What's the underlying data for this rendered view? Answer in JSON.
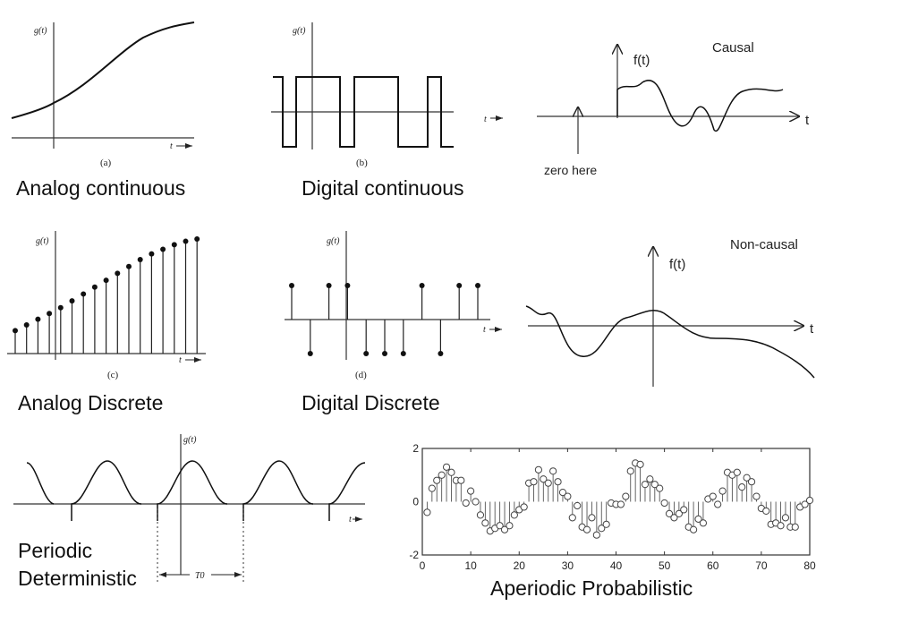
{
  "panels": {
    "analog_continuous": {
      "ylabel": "g(t)",
      "xlabel": "t",
      "sub": "(a)",
      "caption": "Analog continuous"
    },
    "digital_continuous": {
      "ylabel": "g(t)",
      "xlabel": "t",
      "sub": "(b)",
      "caption": "Digital continuous"
    },
    "causal": {
      "ylabel": "f(t)",
      "xlabel": "t",
      "title": "Causal",
      "annotation": "zero here"
    },
    "analog_discrete": {
      "ylabel": "g(t)",
      "xlabel": "t",
      "sub": "(c)",
      "caption": "Analog Discrete",
      "stems": [
        0.2,
        0.25,
        0.3,
        0.35,
        0.4,
        0.46,
        0.52,
        0.58,
        0.64,
        0.7,
        0.76,
        0.82,
        0.87,
        0.91,
        0.95,
        0.98,
        1.0
      ]
    },
    "digital_discrete": {
      "ylabel": "g(t)",
      "xlabel": "t",
      "sub": "(d)",
      "caption": "Digital Discrete",
      "stems": [
        1,
        -1,
        1,
        1,
        -1,
        -1,
        -1,
        1,
        -1,
        1,
        1
      ]
    },
    "non_causal": {
      "ylabel": "f(t)",
      "xlabel": "t",
      "title": "Non-causal"
    },
    "periodic": {
      "ylabel": "g(t)",
      "xlabel": "t",
      "period_label": "T0",
      "caption_line1": "Periodic",
      "caption_line2": "Deterministic"
    }
  },
  "chart_data": {
    "type": "scatter",
    "style": "stem",
    "caption": "Aperiodic Probabilistic",
    "xlim": [
      0,
      80
    ],
    "ylim": [
      -2,
      2
    ],
    "xticks": [
      "0",
      "10",
      "20",
      "30",
      "40",
      "50",
      "60",
      "70",
      "80"
    ],
    "yticks": [
      "-2",
      "0",
      "2"
    ],
    "x": [
      1,
      2,
      3,
      4,
      5,
      6,
      7,
      8,
      9,
      10,
      11,
      12,
      13,
      14,
      15,
      16,
      17,
      18,
      19,
      20,
      21,
      22,
      23,
      24,
      25,
      26,
      27,
      28,
      29,
      30,
      31,
      32,
      33,
      34,
      35,
      36,
      37,
      38,
      39,
      40,
      41,
      42,
      43,
      44,
      45,
      46,
      47,
      48,
      49,
      50,
      51,
      52,
      53,
      54,
      55,
      56,
      57,
      58,
      59,
      60,
      61,
      62,
      63,
      64,
      65,
      66,
      67,
      68,
      69,
      70,
      71,
      72,
      73,
      74,
      75,
      76,
      77,
      78,
      79,
      80
    ],
    "y": [
      -0.4,
      0.5,
      0.8,
      1.0,
      1.3,
      1.1,
      0.8,
      0.8,
      -0.05,
      0.4,
      0,
      -0.5,
      -0.8,
      -1.1,
      -1.0,
      -0.9,
      -1.05,
      -0.9,
      -0.5,
      -0.3,
      -0.2,
      0.7,
      0.75,
      1.2,
      0.85,
      0.7,
      1.15,
      0.75,
      0.35,
      0.2,
      -0.6,
      -0.15,
      -0.95,
      -1.05,
      -0.6,
      -1.25,
      -1.0,
      -0.85,
      -0.05,
      -0.1,
      -0.1,
      0.2,
      1.15,
      1.45,
      1.4,
      0.65,
      0.85,
      0.65,
      0.5,
      -0.05,
      -0.45,
      -0.6,
      -0.45,
      -0.3,
      -0.95,
      -1.05,
      -0.65,
      -0.8,
      0.1,
      0.2,
      -0.1,
      0.4,
      1.1,
      1.0,
      1.1,
      0.55,
      0.9,
      0.75,
      0.2,
      -0.25,
      -0.35,
      -0.85,
      -0.8,
      -0.9,
      -0.6,
      -0.95,
      -0.95,
      -0.2,
      -0.1,
      0.05
    ]
  }
}
